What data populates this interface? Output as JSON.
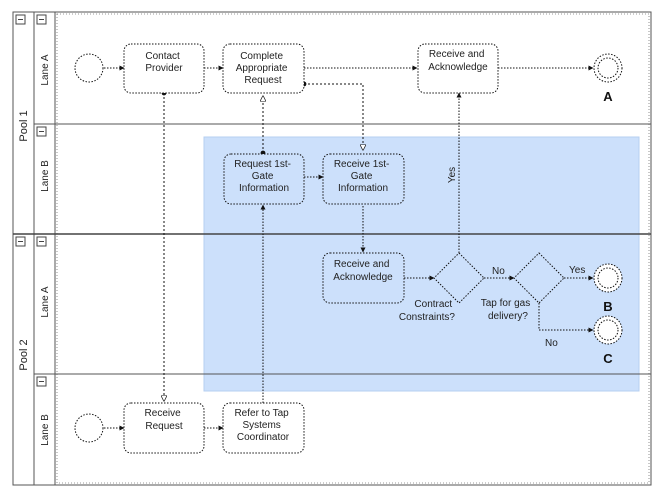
{
  "pools": [
    {
      "label": "Pool 1",
      "lanes": [
        "Lane A",
        "Lane B"
      ]
    },
    {
      "label": "Pool 2",
      "lanes": [
        "Lane A",
        "Lane B"
      ]
    }
  ],
  "tasks": {
    "contact_provider": [
      "Contact",
      "Provider"
    ],
    "complete_request": [
      "Complete",
      "Appropriate",
      "Request"
    ],
    "receive_ack_top": [
      "Receive and",
      "Acknowledge"
    ],
    "request_gate": [
      "Request 1st-",
      "Gate",
      "Information"
    ],
    "receive_gate": [
      "Receive 1st-",
      "Gate",
      "Information"
    ],
    "receive_ack_mid": [
      "Receive and",
      "Acknowledge"
    ],
    "receive_request": [
      "Receive",
      "Request"
    ],
    "refer_tap": [
      "Refer to Tap",
      "Systems",
      "Coordinator"
    ]
  },
  "gateways": {
    "contract": [
      "Contract",
      "Constraints?"
    ],
    "tap": [
      "Tap for gas",
      "delivery?"
    ]
  },
  "flow_labels": {
    "yes_vertical": "Yes",
    "no_contract": "No",
    "yes_tap": "Yes",
    "no_tap": "No"
  },
  "end_events": {
    "a": "A",
    "b": "B",
    "c": "C"
  },
  "colors": {
    "highlight_fill": "#cce0fb",
    "highlight_stroke": "#b6cff0",
    "lane_border": "#555555",
    "lane_header_bg": "#ffffff"
  },
  "icons": {
    "collapse": "minus-square-icon"
  }
}
